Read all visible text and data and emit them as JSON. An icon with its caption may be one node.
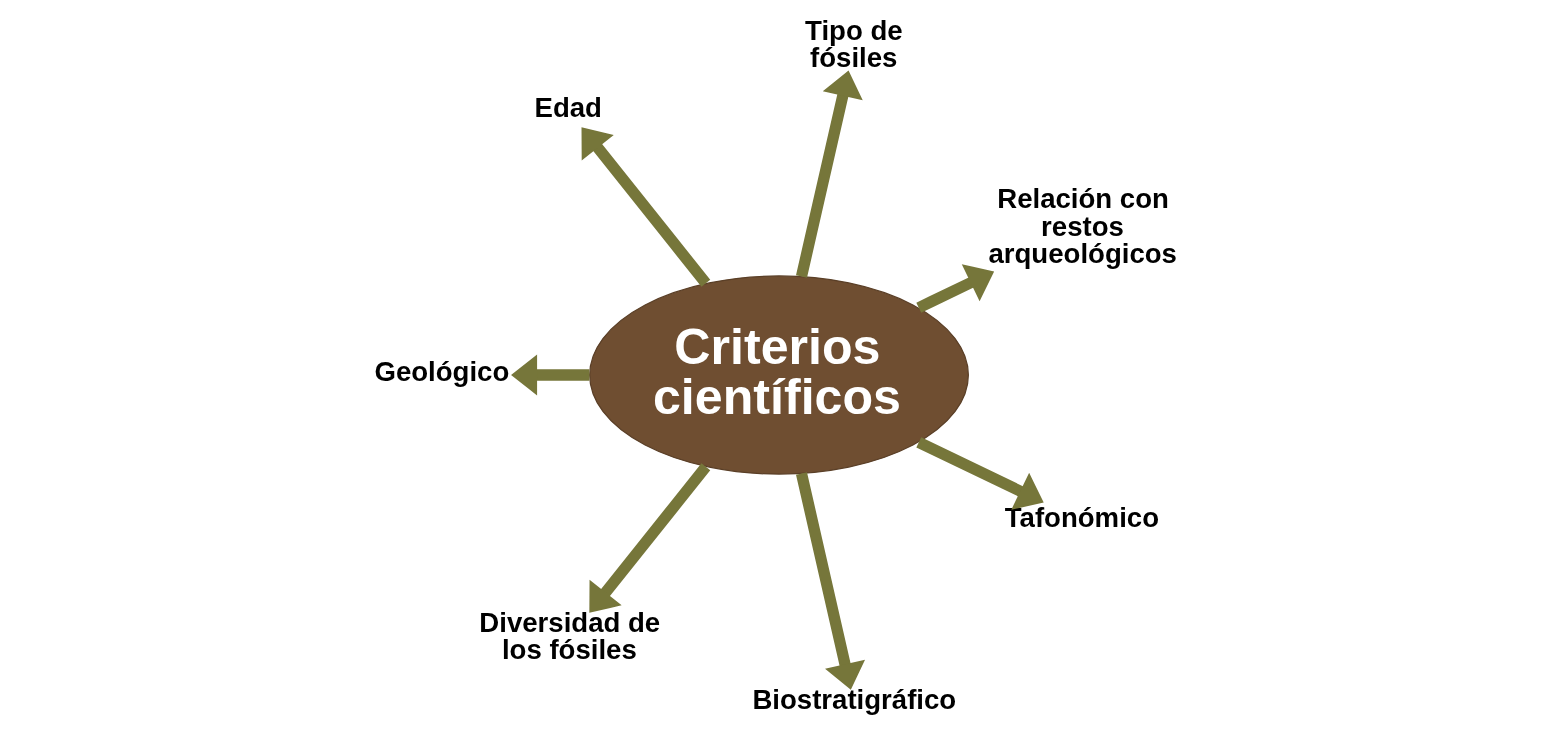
{
  "diagram": {
    "nodes": [
      {
        "text": [
          "Criterios científicos"
        ]
      },
      {
        "text": [
          "Relación con restos arqueológicos"
        ]
      },
      {
        "text": [
          "Tipo de fósiles"
        ]
      },
      {
        "text": [
          "Edad"
        ]
      },
      {
        "text": [
          "Geológico"
        ]
      },
      {
        "text": [
          "Diversidad de los fósiles"
        ]
      },
      {
        "text": [
          "Biostratigráfico"
        ]
      },
      {
        "text": [
          "Tafonómico"
        ]
      }
    ],
    "edges": [
      {
        "from": 0,
        "to": 1,
        "arrow": "to"
      },
      {
        "from": 0,
        "to": 2,
        "arrow": "to"
      },
      {
        "from": 0,
        "to": 3,
        "arrow": "to"
      },
      {
        "from": 0,
        "to": 4,
        "arrow": "to"
      },
      {
        "from": 0,
        "to": 5,
        "arrow": "to"
      },
      {
        "from": 0,
        "to": 6,
        "arrow": "to"
      },
      {
        "from": 0,
        "to": 7,
        "arrow": "to"
      }
    ]
  }
}
